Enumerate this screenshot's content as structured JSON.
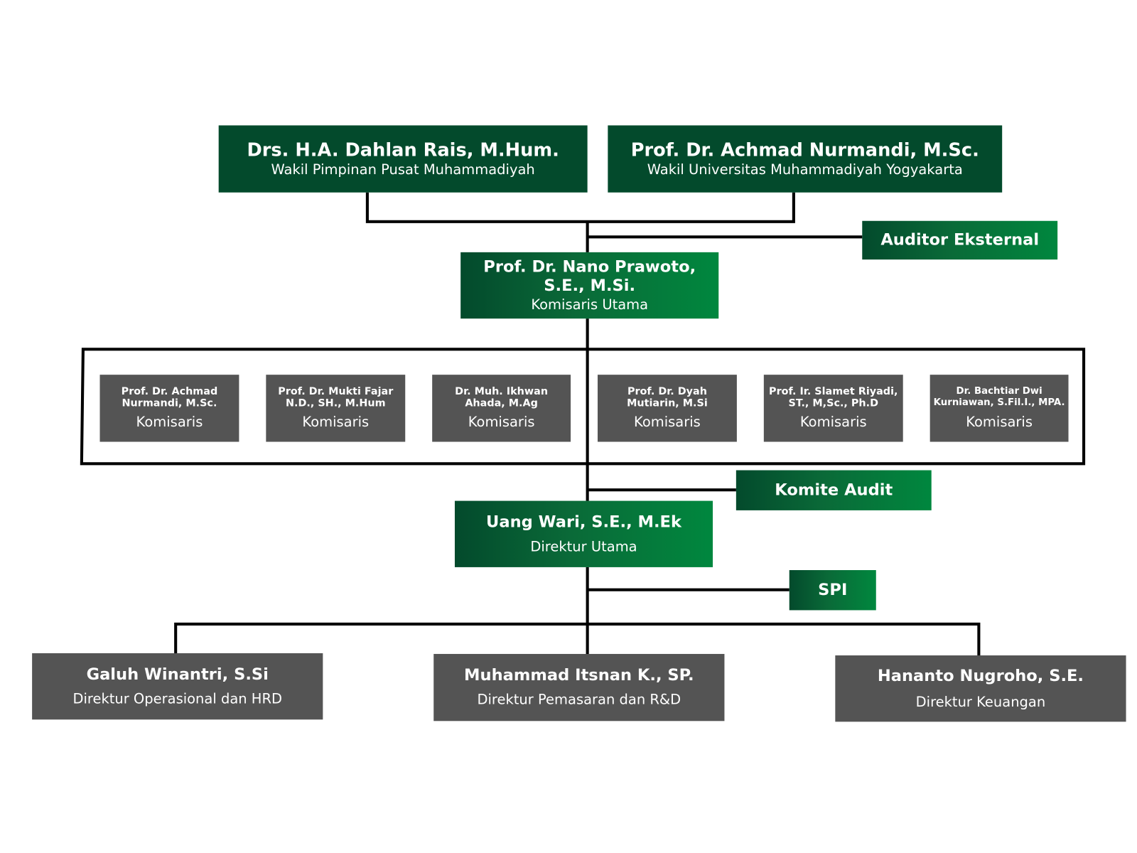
{
  "colors": {
    "primary_green": "#034a2c",
    "accent_green": "#00873e",
    "gray": "#545454",
    "line": "#000000"
  },
  "top": [
    {
      "name": "Drs. H.A. Dahlan Rais, M.Hum.",
      "role": "Wakil Pimpinan Pusat Muhammadiyah"
    },
    {
      "name": "Prof. Dr. Achmad Nurmandi, M.Sc.",
      "role": "Wakil Universitas Muhammadiyah Yogyakarta"
    }
  ],
  "auditor_eksternal": "Auditor Eksternal",
  "komisaris_utama": {
    "name_line1": "Prof. Dr. Nano Prawoto,",
    "name_line2": "S.E., M.Si.",
    "role": "Komisaris Utama"
  },
  "komisaris": [
    {
      "line1": "Prof. Dr. Achmad",
      "line2": "Nurmandi, M.Sc.",
      "role": "Komisaris"
    },
    {
      "line1": "Prof. Dr. Mukti Fajar",
      "line2": "N.D., SH., M.Hum",
      "role": "Komisaris"
    },
    {
      "line1": "Dr. Muh. Ikhwan",
      "line2": "Ahada, M.Ag",
      "role": "Komisaris"
    },
    {
      "line1": "Prof. Dr. Dyah",
      "line2": "Mutiarin, M.Si",
      "role": "Komisaris"
    },
    {
      "line1": "Prof. Ir. Slamet Riyadi,",
      "line2": "ST., M,Sc., Ph.D",
      "role": "Komisaris"
    },
    {
      "line1": "Dr. Bachtiar Dwi",
      "line2": "Kurniawan, S.Fil.I., MPA.",
      "role": "Komisaris"
    }
  ],
  "komite_audit": "Komite Audit",
  "direktur_utama": {
    "name": "Uang Wari, S.E., M.Ek",
    "role": "Direktur Utama"
  },
  "spi": "SPI",
  "direktur": [
    {
      "name": "Galuh Winantri, S.Si",
      "role": "Direktur Operasional dan HRD"
    },
    {
      "name": "Muhammad Itsnan K., SP.",
      "role": "Direktur Pemasaran dan R&D"
    },
    {
      "name": "Hananto Nugroho, S.E.",
      "role": "Direktur Keuangan"
    }
  ]
}
